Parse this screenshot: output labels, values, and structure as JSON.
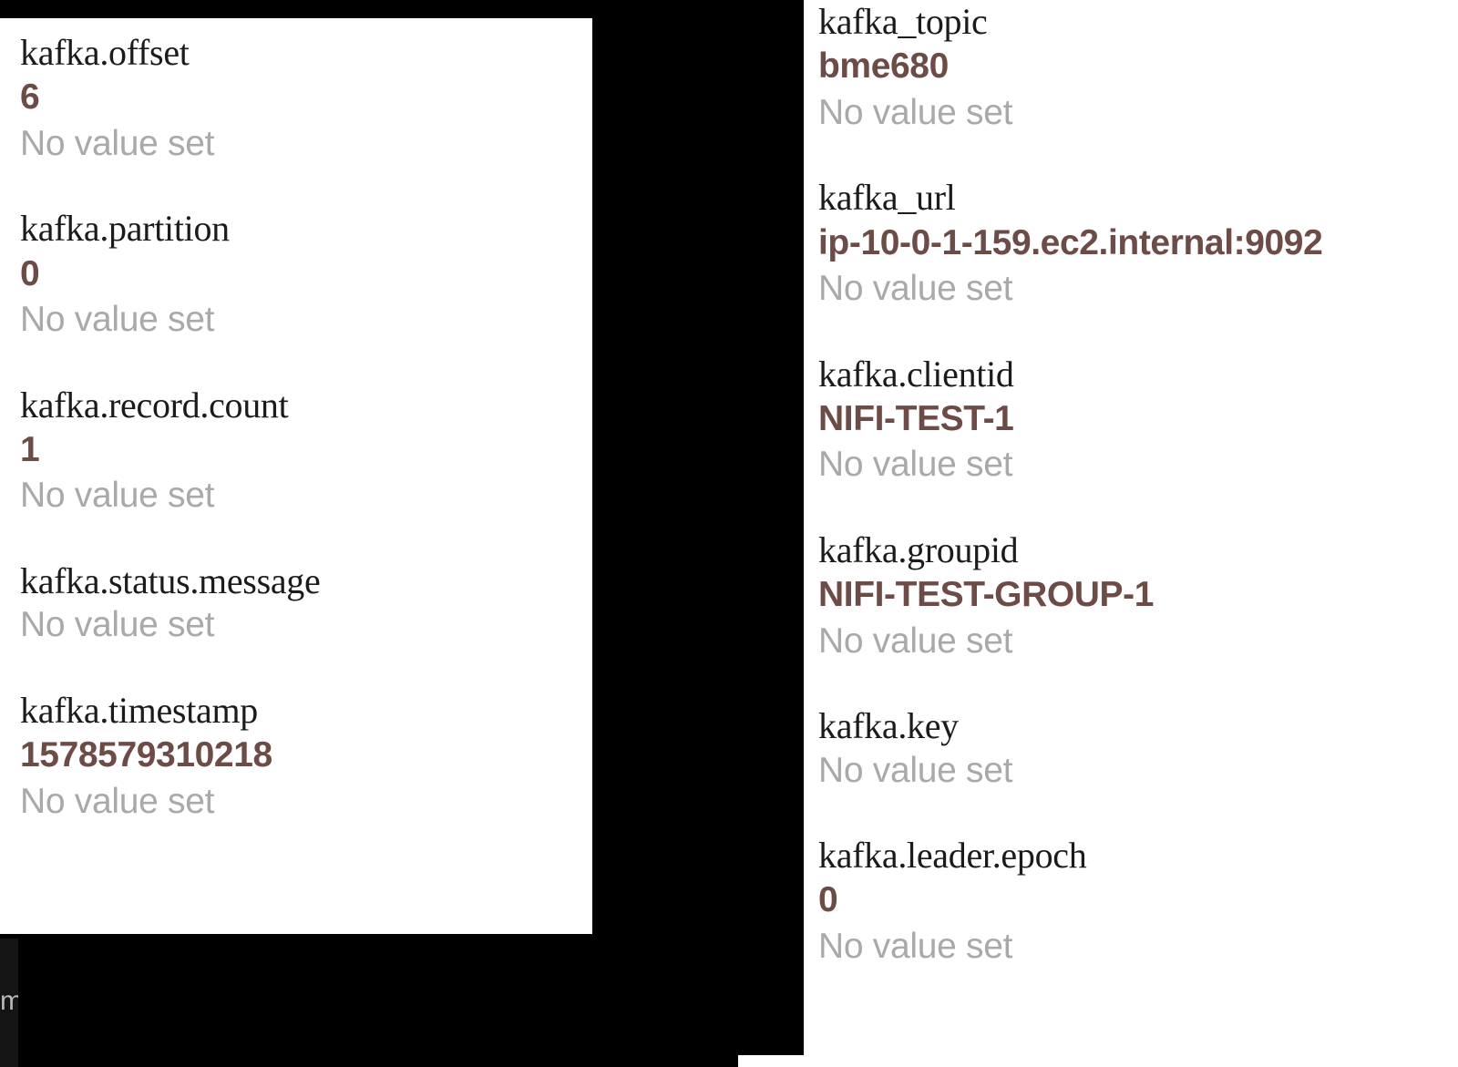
{
  "window": {
    "background_color": "#000000",
    "panel_background_color": "#ffffff",
    "name_color": "#1b1b1b",
    "value_color": "#6d4b46",
    "no_value_color": "#a9a9a9"
  },
  "no_value_label": "No value set",
  "panels": {
    "left": {
      "attributes": [
        {
          "name": "kafka.offset",
          "value": "6"
        },
        {
          "name": "kafka.partition",
          "value": "0"
        },
        {
          "name": "kafka.record.count",
          "value": "1"
        },
        {
          "name": "kafka.status.message",
          "value": ""
        },
        {
          "name": "kafka.timestamp",
          "value": "1578579310218"
        }
      ]
    },
    "right": {
      "attributes": [
        {
          "name": "kafka_topic",
          "value": "bme680"
        },
        {
          "name": "kafka_url",
          "value": "ip-10-0-1-159.ec2.internal:9092"
        },
        {
          "name": "kafka.clientid",
          "value": "NIFI-TEST-1"
        },
        {
          "name": "kafka.groupid",
          "value": "NIFI-TEST-GROUP-1"
        },
        {
          "name": "kafka.key",
          "value": ""
        },
        {
          "name": "kafka.leader.epoch",
          "value": "0"
        }
      ]
    }
  },
  "artifacts": {
    "left_edge_partial_glyph": "m"
  }
}
